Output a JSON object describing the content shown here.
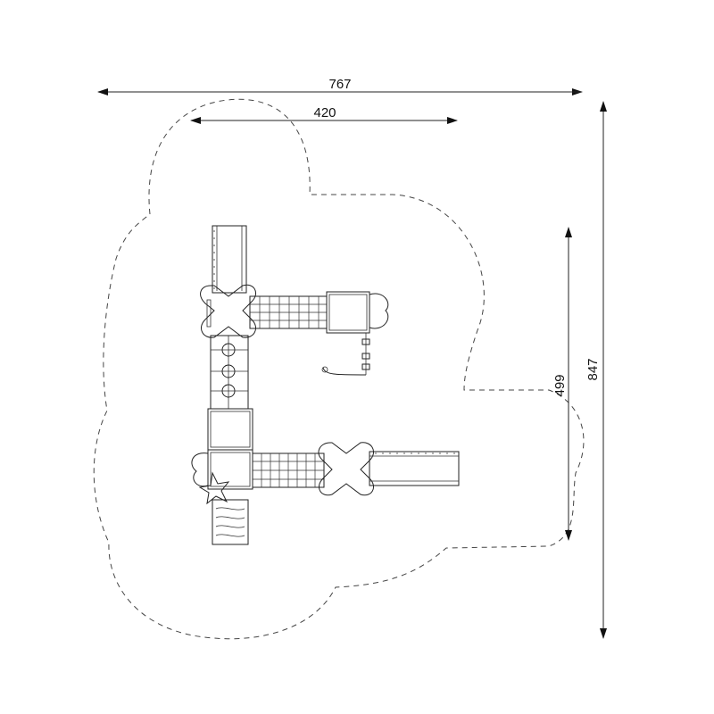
{
  "dimensions": {
    "overall_width": "767",
    "platform_width": "420",
    "platform_depth": "499",
    "overall_depth": "847"
  },
  "colors": {
    "line": "#222222",
    "background": "#ffffff"
  }
}
